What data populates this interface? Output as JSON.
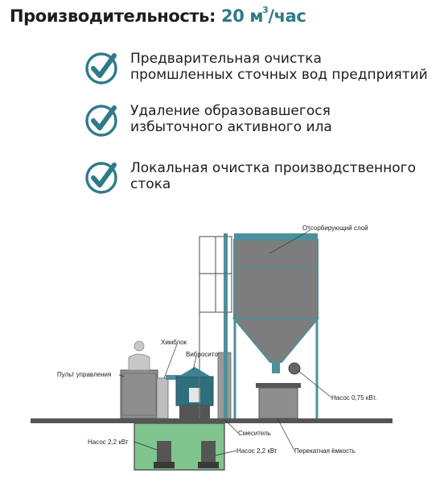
{
  "heading": {
    "prefix": "Производительность:",
    "value": "20 м",
    "unit_sup": "3",
    "unit_suffix": "/час"
  },
  "features": [
    {
      "icon": "checkmark-circle-icon",
      "line1": "Предварительная очистка",
      "line2": "промшленных сточных вод предприятий"
    },
    {
      "icon": "checkmark-circle-icon",
      "line1": "Удаление образовавшегося",
      "line2": "избыточного активного ила"
    },
    {
      "icon": "checkmark-circle-icon",
      "line1": "Локальная очистка производственного",
      "line2": "стока"
    }
  ],
  "colors": {
    "accent": "#2f7a88",
    "heading_text": "#1d1d1b",
    "tank_fill": "#7d7d7d",
    "underground": "#7fc58d"
  },
  "diagram": {
    "labels": {
      "absorbing_layer": "Отсорбирующий слой",
      "chemblock": "Химблок",
      "vibrosieve": "Вибросито",
      "control_panel": "Пульт управления",
      "pump_075": "Насос 0,75 кВт.",
      "mixer": "Смеситель",
      "pump_22_left": "Насос 2,2 кВт",
      "pump_22_right": "Насос 2,2 кВт",
      "overflow_tank": "Перекатная ёмкость"
    }
  }
}
